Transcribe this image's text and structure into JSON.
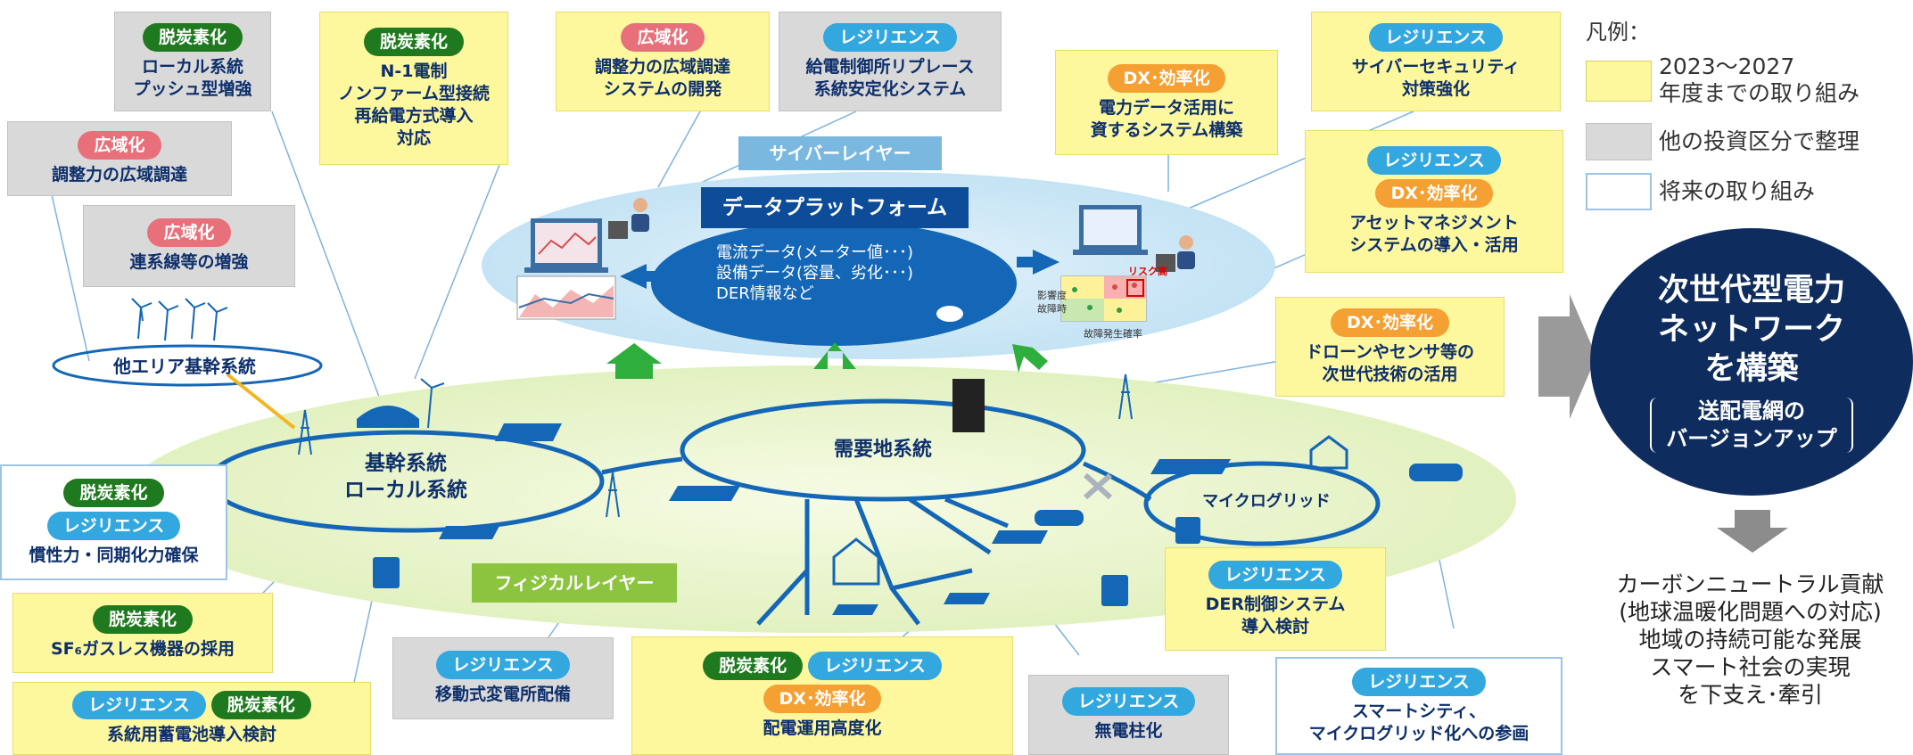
{
  "tags": {
    "decarbonize": "脱炭素化",
    "wide_area": "広域化",
    "resilience": "レジリエンス",
    "dx": "DX･効率化"
  },
  "colors": {
    "decarbonize": "#1f7a1f",
    "wide_area": "#e8707a",
    "resilience": "#33a8df",
    "dx": "#f5a032",
    "box_yellow": "#fdf79e",
    "box_gray": "#d9d9d9",
    "navy": "#0e2d5e"
  },
  "boxes": {
    "local_push": {
      "lines": [
        "ローカル系統",
        "プッシュ型増強"
      ]
    },
    "n1": {
      "lines": [
        "N-1電制",
        "ノンファーム型接続",
        "再給電方式導入",
        "対応"
      ]
    },
    "wide_dev": {
      "lines": [
        "調整力の広域調達",
        "システムの開発"
      ]
    },
    "replace": {
      "lines": [
        "給電制御所リプレース",
        "系統安定化システム"
      ]
    },
    "power_data": {
      "lines": [
        "電力データ活用に",
        "資するシステム構築"
      ]
    },
    "cyber": {
      "lines": [
        "サイバーセキュリティ",
        "対策強化"
      ]
    },
    "wide_adj": {
      "lines": [
        "調整力の広域調達"
      ]
    },
    "interconnect": {
      "lines": [
        "連系線等の増強"
      ]
    },
    "asset": {
      "lines": [
        "アセットマネジメント",
        "システムの導入・活用"
      ]
    },
    "drone": {
      "lines": [
        "ドローンやセンサ等の",
        "次世代技術の活用"
      ]
    },
    "inertia": {
      "lines": [
        "慣性力・同期化力確保"
      ]
    },
    "sf6": {
      "lines": [
        "SF₆ガスレス機器の採用"
      ]
    },
    "battery": {
      "lines": [
        "系統用蓄電池導入検討"
      ]
    },
    "mobile": {
      "lines": [
        "移動式変電所配備"
      ]
    },
    "dist_ops": {
      "lines": [
        "配電運用高度化"
      ]
    },
    "no_pole": {
      "lines": [
        "無電柱化"
      ]
    },
    "der": {
      "lines": [
        "DER制御システム",
        "導入検討"
      ]
    },
    "smart_city": {
      "lines": [
        "スマートシティ、",
        "マイクログリッド化への参画"
      ]
    }
  },
  "legend": {
    "title": "凡例：",
    "items": [
      {
        "label_lines": [
          "2023～2027",
          "年度までの取り組み"
        ],
        "color": "#fdf79e"
      },
      {
        "label_lines": [
          "他の投資区分で整理"
        ],
        "color": "#d9d9d9"
      },
      {
        "label_lines": [
          "将来の取り組み"
        ],
        "color": "#ffffff"
      }
    ]
  },
  "diagram": {
    "cyber_layer": "サイバーレイヤー",
    "data_platform": "データプラットフォーム",
    "data_items": [
      "電流データ(メーター値･･･)",
      "設備データ(容量、劣化･･･)",
      "DER情報など"
    ],
    "physical_layer": "フィジカルレイヤー",
    "other_area": "他エリア基幹系統",
    "backbone": [
      "基幹系統",
      "ローカル系統"
    ],
    "demand": "需要地系統",
    "microgrid": "マイクログリッド",
    "risk_chart": {
      "title": "リスク高",
      "ylabel_lines": [
        "影響度",
        "故障時"
      ],
      "xlabel": "故障発生確率"
    }
  },
  "next_gen": {
    "title_lines": [
      "次世代型電力",
      "ネットワーク",
      "を構築"
    ],
    "sub_lines": [
      "送配電網の",
      "バージョンアップ"
    ]
  },
  "contribution": {
    "lines": [
      "カーボンニュートラル貢献",
      "(地球温暖化問題への対応)",
      "地域の持続可能な発展",
      "スマート社会の実現",
      "を下支え･牽引"
    ]
  }
}
